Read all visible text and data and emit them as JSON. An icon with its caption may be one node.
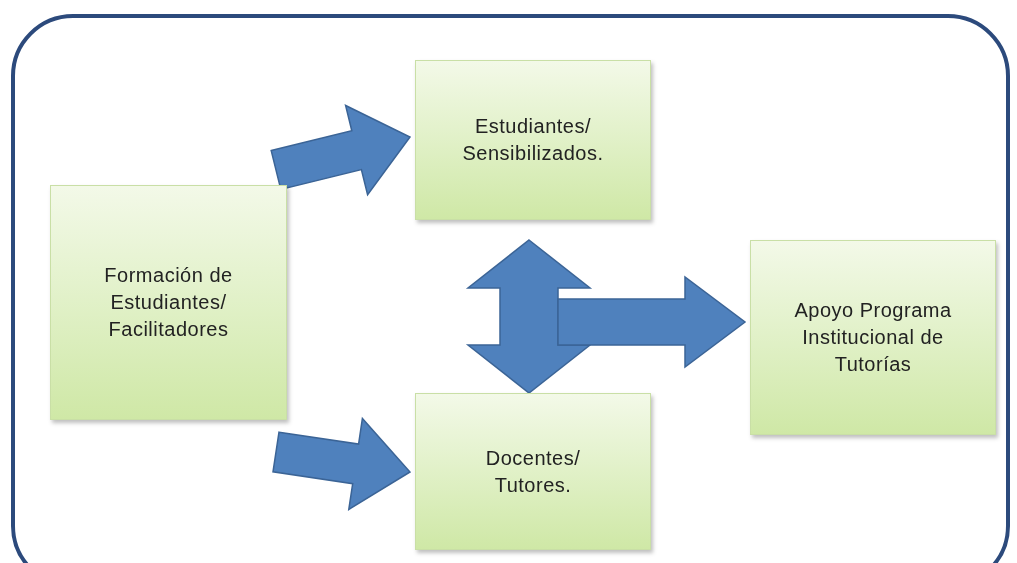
{
  "diagram": {
    "nodes": [
      {
        "text": [
          "Formación de Estudiantes/ Facilitadores"
        ]
      },
      {
        "text": [
          "Estudiantes/ Sensibilizados."
        ]
      },
      {
        "text": [
          "Docentes/ Tutores."
        ]
      },
      {
        "text": [
          "Apoyo Programa Institucional de Tutorías"
        ]
      }
    ],
    "edges": [
      {
        "from": 0,
        "to": 1,
        "arrow": "to"
      },
      {
        "from": 0,
        "to": 2,
        "arrow": "to"
      },
      {
        "from": 1,
        "to": 2,
        "arrow": "both"
      },
      {
        "from": 1,
        "to": 3,
        "arrow": "to"
      },
      {
        "from": 2,
        "to": 3,
        "arrow": "to"
      }
    ]
  }
}
